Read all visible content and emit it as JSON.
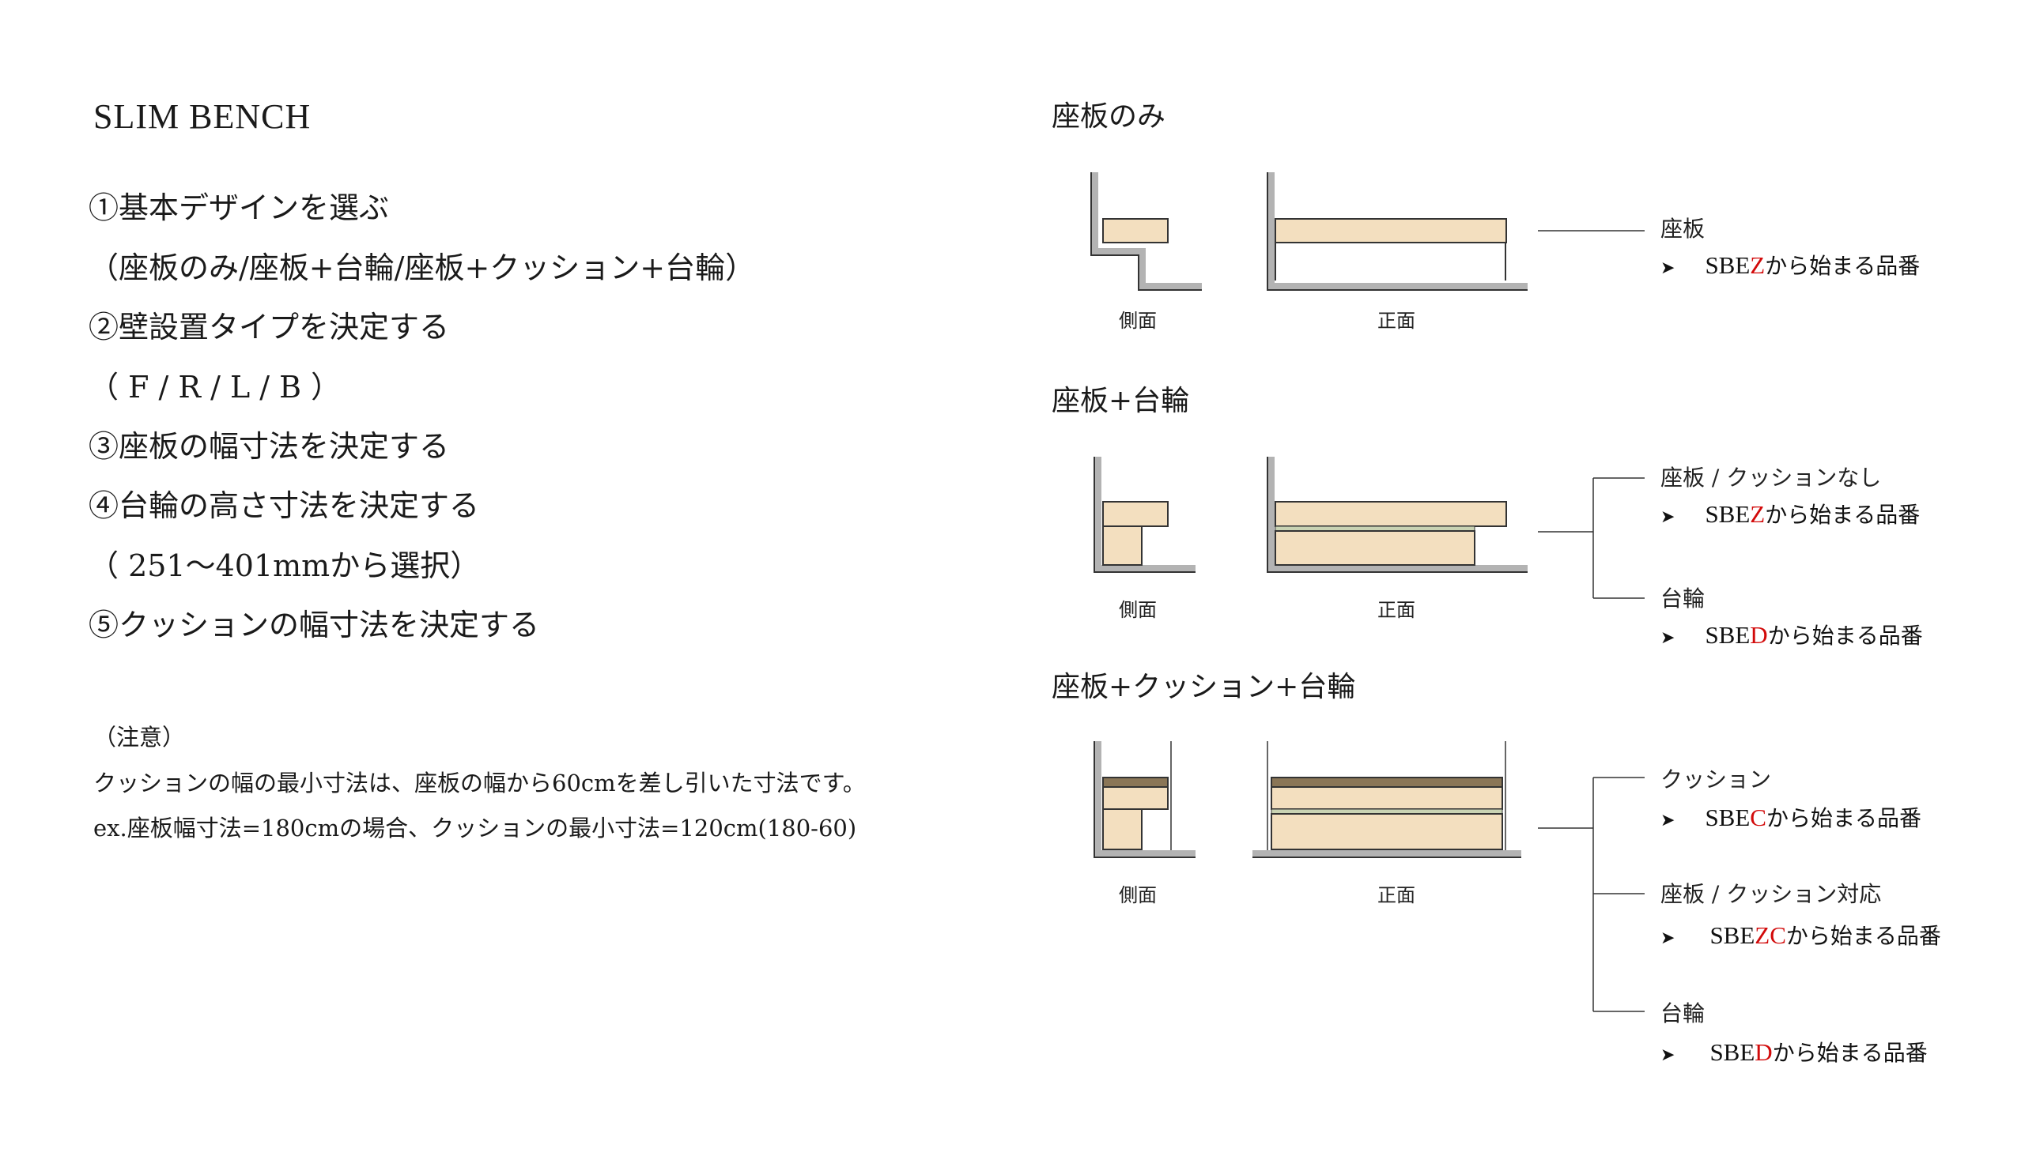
{
  "title": "SLIM BENCH",
  "steps": [
    "①基本デザインを選ぶ",
    "（座板のみ/座板+台輪/座板+クッション+台輪）",
    "②壁設置タイプを決定する",
    "（ F / R / L / B ）",
    "③座板の幅寸法を決定する",
    "④台輪の高さ寸法を決定する",
    "（ 251〜401mmから選択）",
    "⑤クッションの幅寸法を決定する"
  ],
  "notes": {
    "heading": "（注意）",
    "line1": "クッションの幅の最小寸法は、座板の幅から60cmを差し引いた寸法です。",
    "line2": "ex.座板幅寸法=180cmの場合、クッションの最小寸法=120cm(180-60)"
  },
  "sections": [
    {
      "title": "座板のみ",
      "side_caption": "側面",
      "front_caption": "正面",
      "labels": [
        {
          "name": "座板",
          "prefix": "SBE",
          "highlight": "Z",
          "suffix": "から始まる品番"
        }
      ]
    },
    {
      "title": "座板+台輪",
      "side_caption": "側面",
      "front_caption": "正面",
      "labels": [
        {
          "name": "座板 / クッションなし",
          "prefix": "SBE",
          "highlight": "Z",
          "suffix": "から始まる品番"
        },
        {
          "name": "台輪",
          "prefix": "SBE",
          "highlight": "D",
          "suffix": "から始まる品番"
        }
      ]
    },
    {
      "title": "座板+クッション+台輪",
      "side_caption": "側面",
      "front_caption": "正面",
      "labels": [
        {
          "name": "クッション",
          "prefix": "SBE",
          "highlight": "C",
          "suffix": "から始まる品番"
        },
        {
          "name": "座板 / クッション対応",
          "prefix": "SBE",
          "highlight": "ZC",
          "suffix": "から始まる品番"
        },
        {
          "name": "台輪",
          "prefix": "SBE",
          "highlight": "D",
          "suffix": "から始まる品番"
        }
      ]
    }
  ],
  "colors": {
    "wood": "#f3dfbf",
    "cushion": "#8a7657",
    "green_strip": "#c9d3b3",
    "wall": "#b3b3b3",
    "highlight": "#d20a0a"
  }
}
